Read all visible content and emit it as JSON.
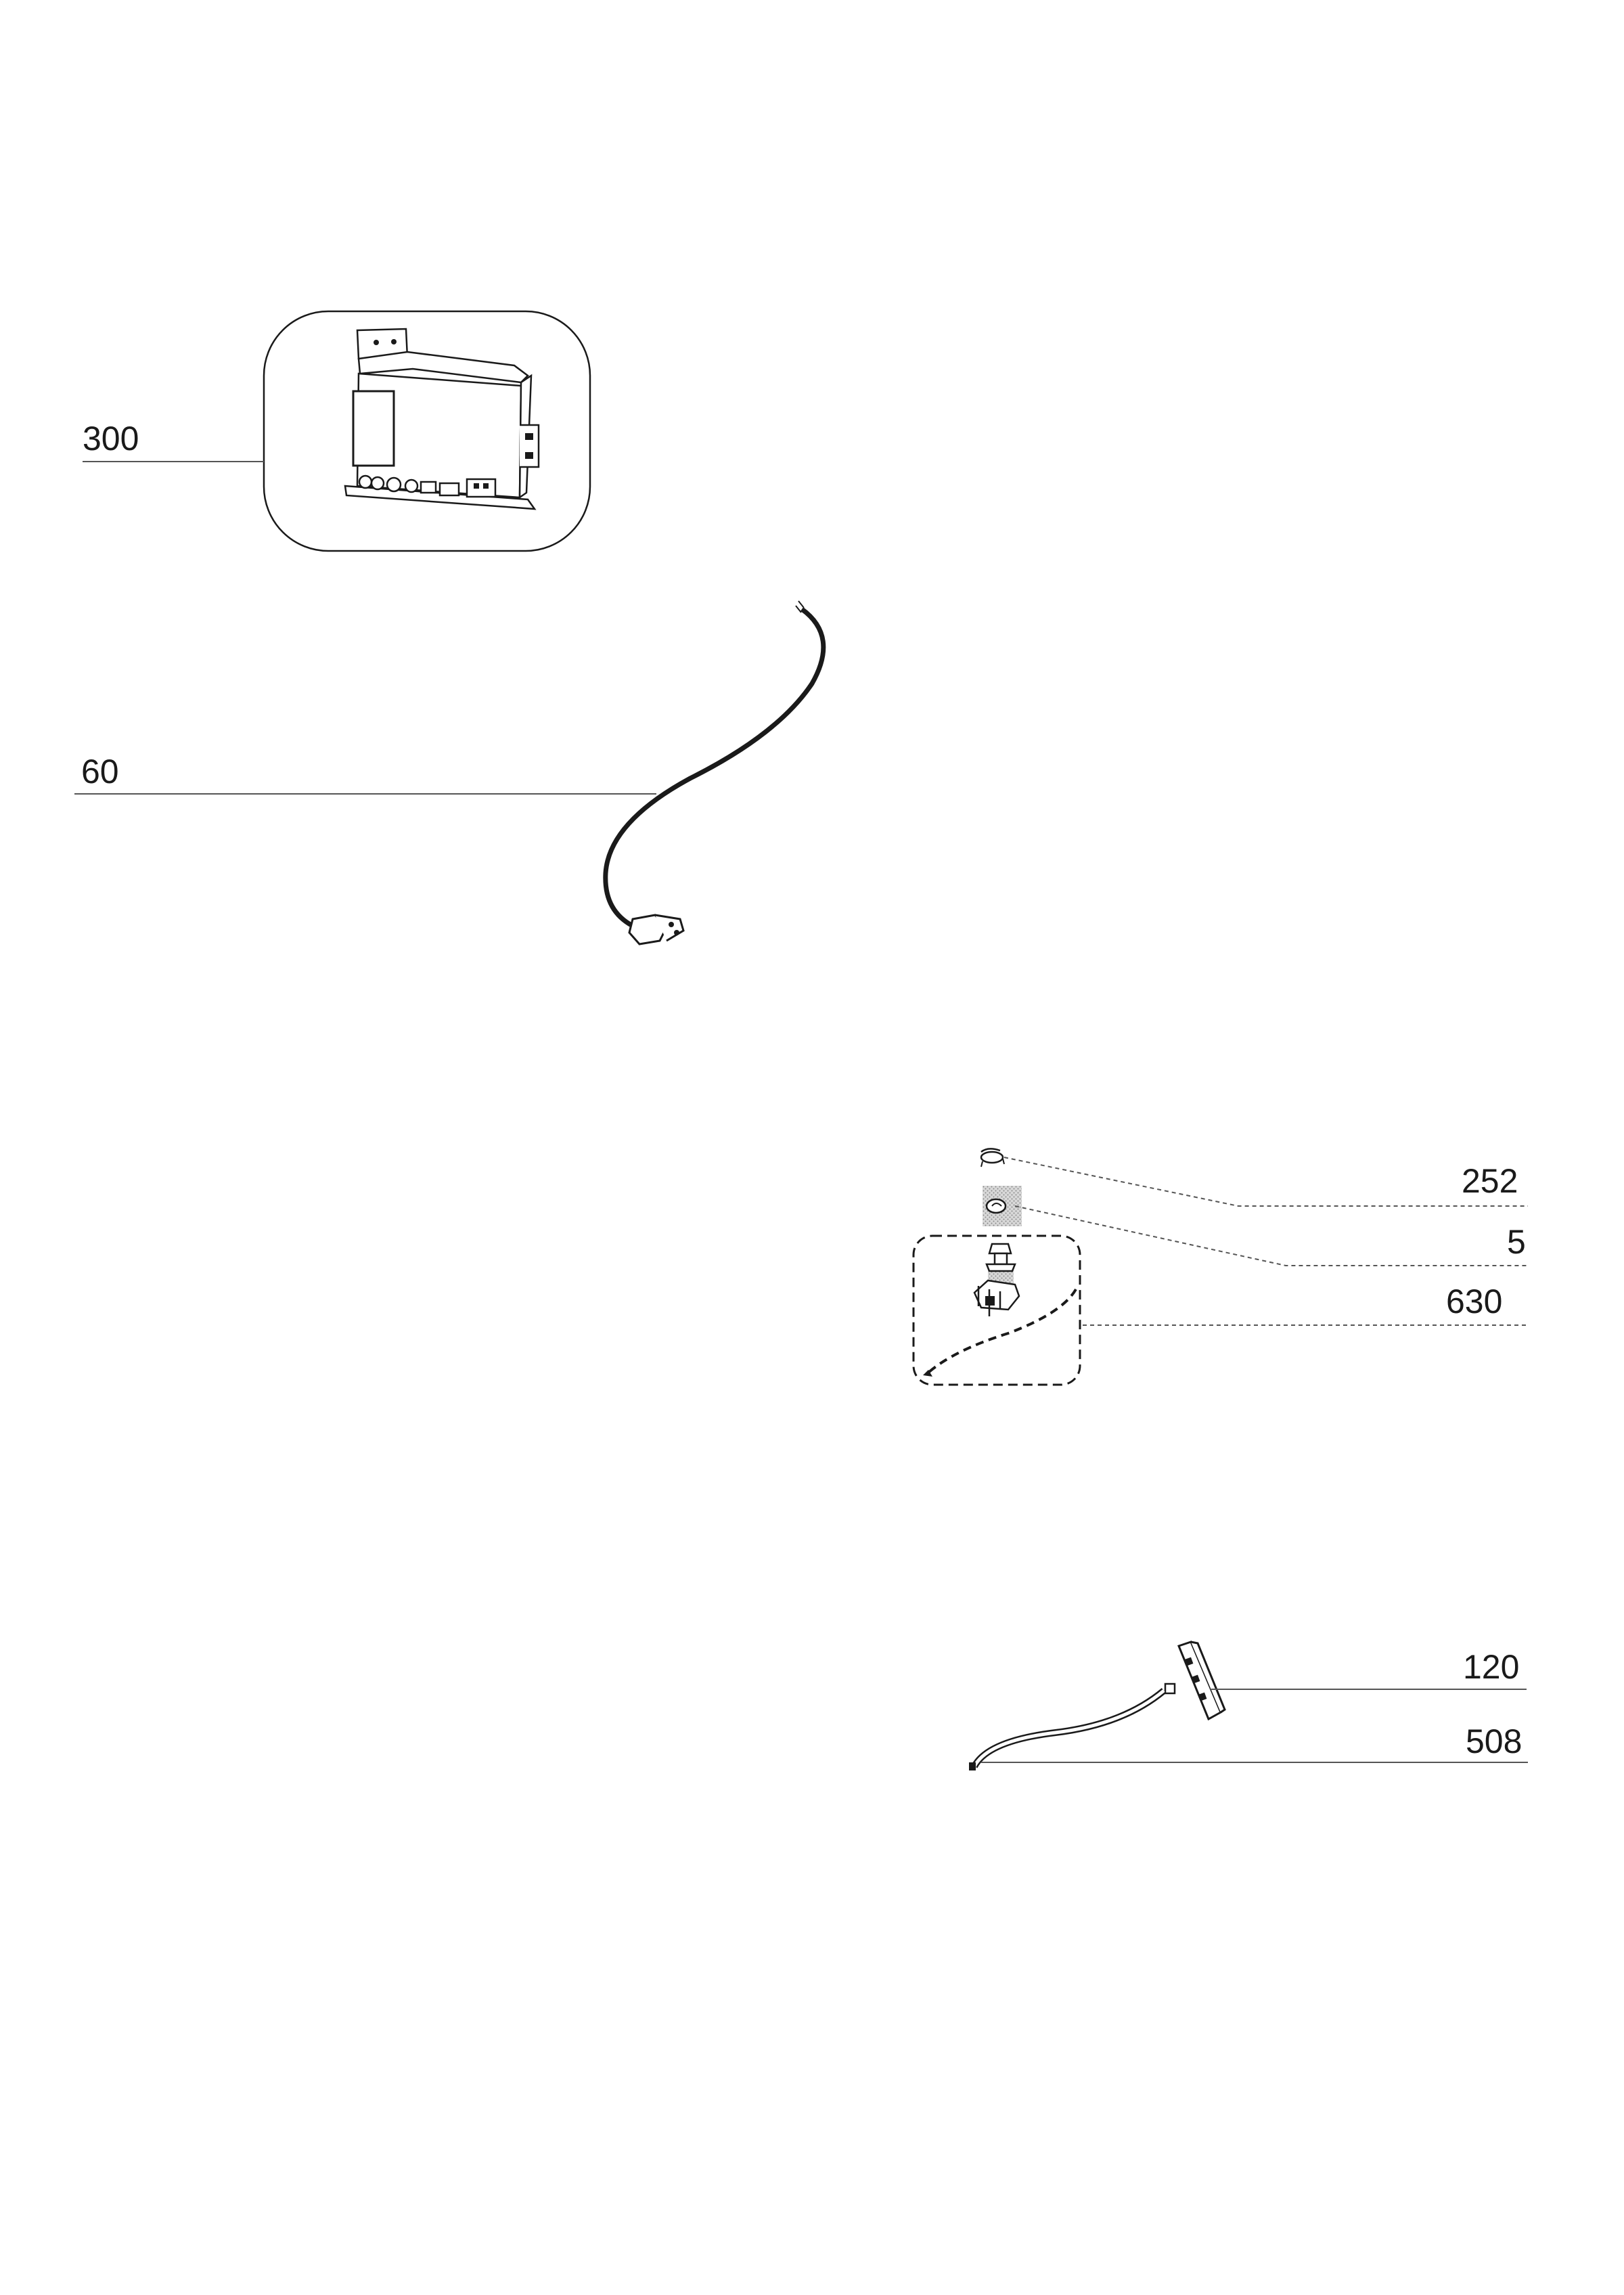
{
  "callouts": {
    "c300": "300",
    "c60": "60",
    "c252": "252",
    "c5": "5",
    "c630": "630",
    "c120": "120",
    "c508": "508"
  },
  "colors": {
    "ink": "#1a1a1a",
    "leader": "#555555",
    "hatch": "#9a9a9a"
  }
}
